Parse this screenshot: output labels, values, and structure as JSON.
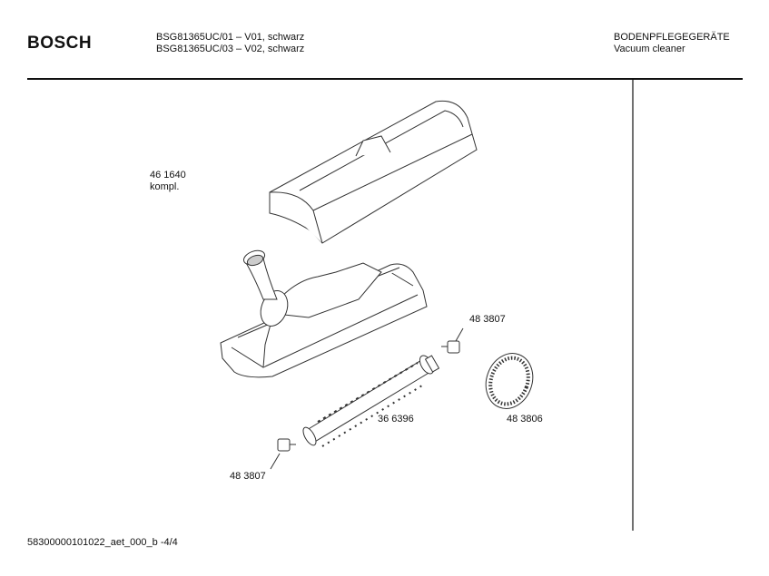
{
  "header": {
    "brand": "BOSCH",
    "models": [
      "BSG81365UC/01 – V01, schwarz",
      "BSG81365UC/03 – V02, schwarz"
    ],
    "category_de": "BODENPFLEGEGERÄTE",
    "category_en": "Vacuum cleaner"
  },
  "parts": {
    "assembly_number": "46 1640",
    "assembly_note": "kompl.",
    "end_cap_right": "48 3807",
    "brush_roll": "36 6396",
    "belt": "48 3806",
    "end_cap_left": "48 3807"
  },
  "footer": {
    "doc_id": "58300000101022_aet_000_b -4/4"
  }
}
